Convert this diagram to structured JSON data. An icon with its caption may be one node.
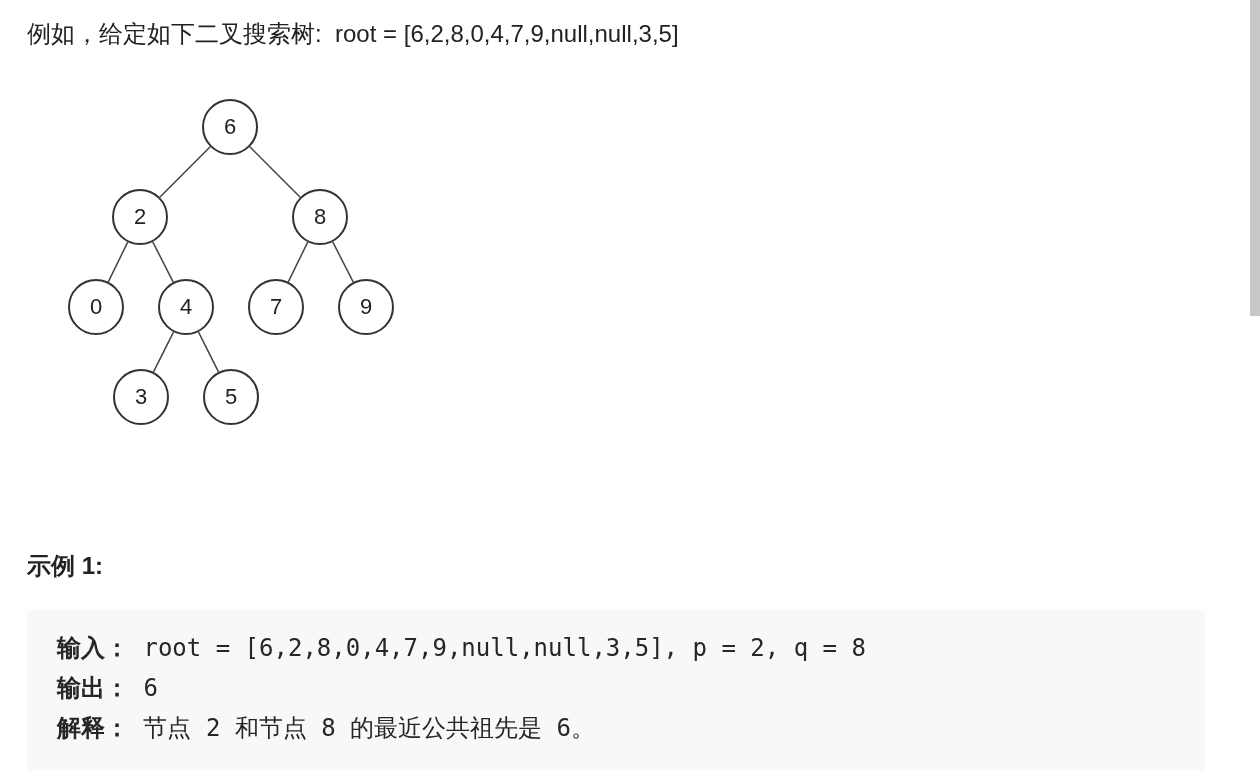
{
  "diagram": {
    "nodes": [
      {
        "text": [
          "6"
        ]
      },
      {
        "text": [
          "2"
        ]
      },
      {
        "text": [
          "8"
        ]
      },
      {
        "text": [
          "0"
        ]
      },
      {
        "text": [
          "4"
        ]
      },
      {
        "text": [
          "7"
        ]
      },
      {
        "text": [
          "9"
        ]
      },
      {
        "text": [
          "3"
        ]
      },
      {
        "text": [
          "5"
        ]
      }
    ],
    "edges": [
      {
        "from": 0,
        "to": 1,
        "arrow": "none"
      },
      {
        "from": 0,
        "to": 2,
        "arrow": "none"
      },
      {
        "from": 1,
        "to": 3,
        "arrow": "none"
      },
      {
        "from": 1,
        "to": 4,
        "arrow": "none"
      },
      {
        "from": 2,
        "to": 5,
        "arrow": "none"
      },
      {
        "from": 2,
        "to": 6,
        "arrow": "none"
      },
      {
        "from": 4,
        "to": 7,
        "arrow": "none"
      },
      {
        "from": 4,
        "to": 8,
        "arrow": "none"
      }
    ],
    "labels": [
      "例如，给定如下二叉搜索树:  root = [6,2,8,0,4,7,9,null,null,3,5]",
      "**示例 1:**",
      "**输入：** root = [6,2,8,0,4,7,9,null,null,3,5], p = 2, q = 8",
      "**输出：** 6",
      "**解释：** 节点 2 和节点 8 的最近公共祖先是 6。"
    ]
  }
}
